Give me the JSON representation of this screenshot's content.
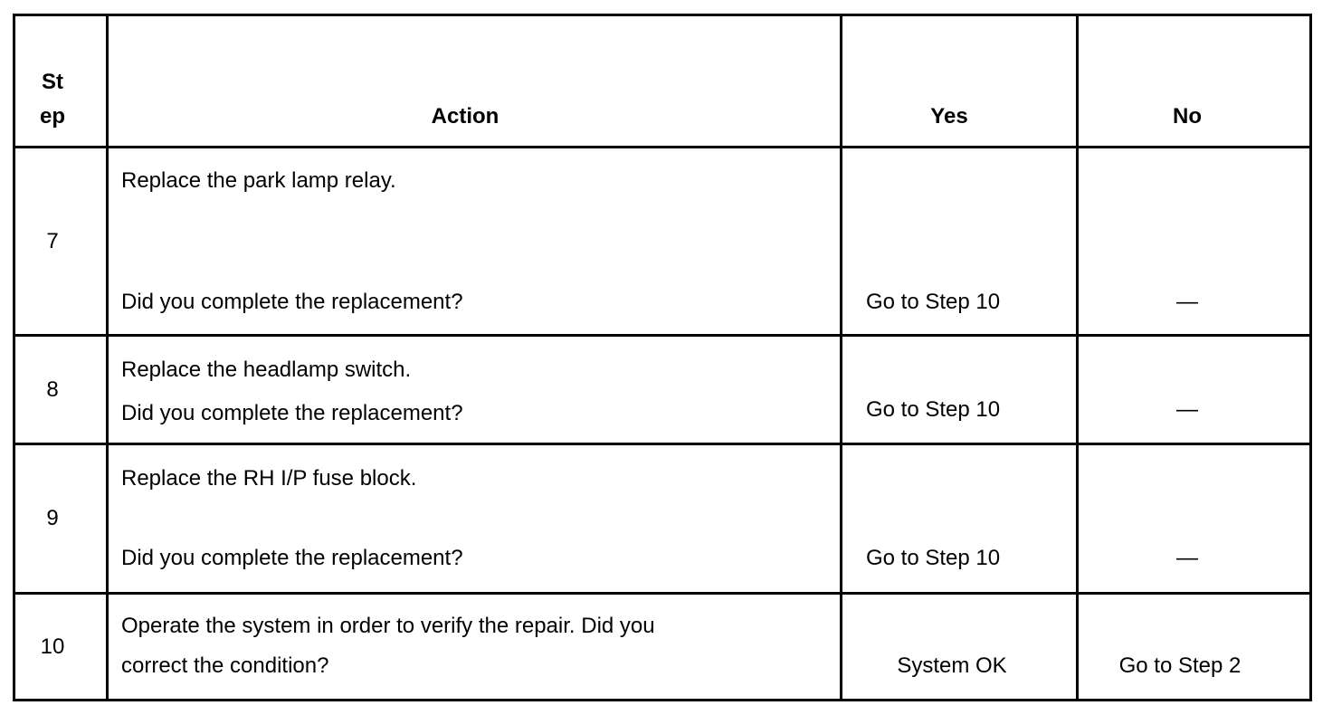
{
  "table": {
    "headers": {
      "step_line1": "St",
      "step_line2": "ep",
      "action": "Action",
      "yes": "Yes",
      "no": "No"
    },
    "rows": [
      {
        "step": "7",
        "action_lines": [
          "Replace the park lamp relay.",
          "Did you complete the replacement?"
        ],
        "yes": "Go to Step 10",
        "no": "—"
      },
      {
        "step": "8",
        "action_lines": [
          "Replace the headlamp switch.",
          "Did you complete the replacement?"
        ],
        "yes": "Go to Step 10",
        "no": "—"
      },
      {
        "step": "9",
        "action_lines": [
          "Replace the RH I/P fuse block.",
          "Did you complete the replacement?"
        ],
        "yes": "Go to Step 10",
        "no": "—"
      },
      {
        "step": "10",
        "action_lines": [
          "Operate the system in order to verify the repair. Did you",
          "correct the condition?"
        ],
        "yes": "System OK",
        "no": "Go to Step 2"
      }
    ]
  }
}
